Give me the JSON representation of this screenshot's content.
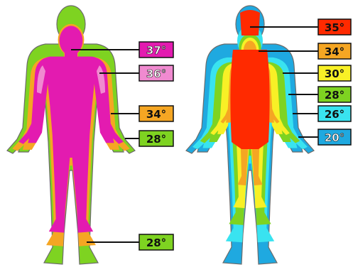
{
  "figures": [
    {
      "id": "core-temperature",
      "zones": [
        {
          "name": "outer",
          "color": "#7ed321"
        },
        {
          "name": "middle",
          "color": "#f5a623"
        },
        {
          "name": "core",
          "color": "#e31bb0"
        },
        {
          "name": "upper-arm",
          "color": "#f08ad0"
        }
      ],
      "labels": [
        {
          "text": "37°",
          "bg": "#e31bb0"
        },
        {
          "text": "36°",
          "bg": "#f08ad0"
        },
        {
          "text": "34°",
          "bg": "#f5a623"
        },
        {
          "text": "28°",
          "bg": "#7ed321"
        },
        {
          "text": "28°",
          "bg": "#7ed321"
        }
      ]
    },
    {
      "id": "skin-temperature",
      "zones": [
        {
          "name": "coolest",
          "color": "#1fa9e0"
        },
        {
          "name": "cool",
          "color": "#39e3f0"
        },
        {
          "name": "mild",
          "color": "#7ed321"
        },
        {
          "name": "warm",
          "color": "#f8f026"
        },
        {
          "name": "warmer",
          "color": "#f5a623"
        },
        {
          "name": "hottest",
          "color": "#ff2a00"
        }
      ],
      "labels": [
        {
          "text": "35°",
          "bg": "#ff2a00"
        },
        {
          "text": "34°",
          "bg": "#f5a623"
        },
        {
          "text": "30°",
          "bg": "#f8f026"
        },
        {
          "text": "28°",
          "bg": "#7ed321"
        },
        {
          "text": "26°",
          "bg": "#39e3f0"
        },
        {
          "text": "20°",
          "bg": "#1fa9e0"
        }
      ]
    }
  ]
}
